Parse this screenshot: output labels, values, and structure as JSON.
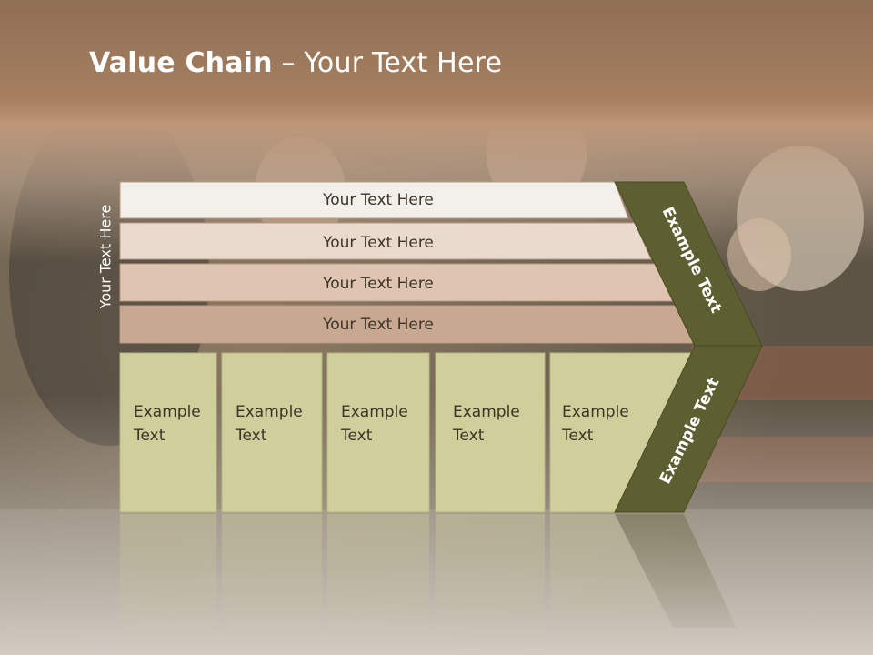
{
  "slide": {
    "title_bold": "Value Chain",
    "title_rest": " – Your Text Here",
    "side_label": "Your Text Here"
  },
  "rows": [
    {
      "label": "Your Text Here",
      "fill": "#f3efea"
    },
    {
      "label": "Your Text Here",
      "fill": "#ead9cd"
    },
    {
      "label": "Your Text Here",
      "fill": "#dfc4b2"
    },
    {
      "label": "Your Text Here",
      "fill": "#c9a891"
    }
  ],
  "boxes": [
    {
      "line1": "Example",
      "line2": "Text"
    },
    {
      "line1": "Example",
      "line2": "Text"
    },
    {
      "line1": "Example",
      "line2": "Text"
    },
    {
      "line1": "Example",
      "line2": "Text"
    },
    {
      "line1": "Example",
      "line2": "Text"
    }
  ],
  "arrow_labels": {
    "upper": "Example Text",
    "lower": "Example Text"
  },
  "colors": {
    "box_fill": "#cfcf9c",
    "arrow_fill": "#5e5f31",
    "header_band": "#a97f5e"
  }
}
